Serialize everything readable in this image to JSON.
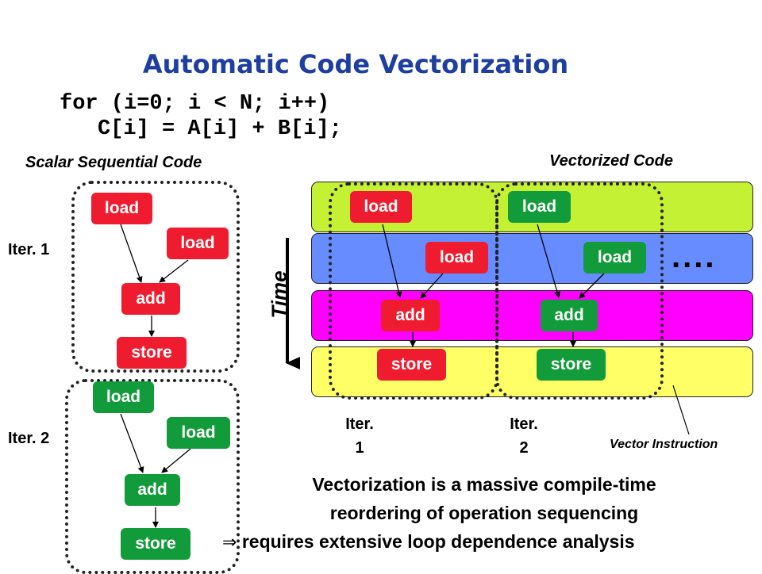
{
  "title": "Automatic Code Vectorization",
  "code": {
    "line1": "for (i=0; i < N; i++)",
    "line2": "C[i] = A[i] + B[i];"
  },
  "scalar": {
    "heading": "Scalar Sequential Code",
    "iter1_label": "Iter. 1",
    "iter2_label": "Iter. 2",
    "iter1": {
      "load_a": "load",
      "load_b": "load",
      "add": "add",
      "store": "store"
    },
    "iter2": {
      "load_a": "load",
      "load_b": "load",
      "add": "add",
      "store": "store"
    }
  },
  "vector": {
    "heading": "Vectorized Code",
    "time_label": "Time",
    "ellipsis": "....",
    "vector_instruction": "Vector Instruction",
    "iter1_line1": "Iter.",
    "iter1_line2": "1",
    "iter2_line1": "Iter.",
    "iter2_line2": "2",
    "iter1": {
      "load_a": "load",
      "load_b": "load",
      "add": "add",
      "store": "store"
    },
    "iter2": {
      "load_a": "load",
      "load_b": "load",
      "add": "add",
      "store": "store"
    },
    "band_colors": [
      "#c5f135",
      "#668cff",
      "#ff00ff",
      "#ffff66"
    ]
  },
  "statement": {
    "line1": "Vectorization is a massive compile-time",
    "line2": "reordering of operation sequencing",
    "line3_prefix": "⇒",
    "line3": "requires extensive loop dependence analysis"
  }
}
